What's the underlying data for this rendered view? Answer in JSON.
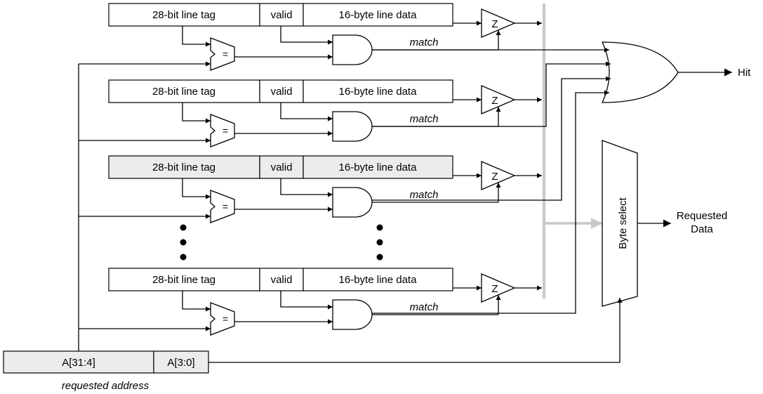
{
  "lines": [
    {
      "tag": "28-bit line tag",
      "valid": "valid",
      "data": "16-byte line data",
      "match": "match",
      "highlighted": false
    },
    {
      "tag": "28-bit line tag",
      "valid": "valid",
      "data": "16-byte line data",
      "match": "match",
      "highlighted": false
    },
    {
      "tag": "28-bit line tag",
      "valid": "valid",
      "data": "16-byte line data",
      "match": "match",
      "highlighted": true
    },
    {
      "tag": "28-bit line tag",
      "valid": "valid",
      "data": "16-byte line data",
      "match": "match",
      "highlighted": false
    }
  ],
  "comparator_symbol": "=",
  "tristate_symbol": "Z",
  "byte_select_label": "Byte select",
  "hit_label": "Hit",
  "requested_data_label": [
    "Requested",
    "Data"
  ],
  "address": {
    "high": "A[31:4]",
    "low": "A[3:0]",
    "caption": "requested address"
  },
  "colors": {
    "shaded_fill": "#ececec",
    "bus_gray": "#c8c8c8"
  }
}
